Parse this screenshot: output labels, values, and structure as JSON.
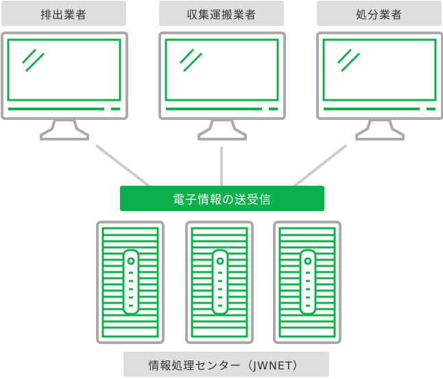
{
  "stakeholders": [
    {
      "label": "排出業者",
      "icon": "monitor-icon"
    },
    {
      "label": "収集運搬業者",
      "icon": "monitor-icon"
    },
    {
      "label": "処分業者",
      "icon": "monitor-icon"
    }
  ],
  "exchange": {
    "label": "電子情報の送受信"
  },
  "center": {
    "label": "情報処理センター（JWNET）",
    "icon": "server-icon"
  },
  "colors": {
    "accent": "#0cb14b",
    "frame": "#aaaaaa",
    "label_bg": "#dedede",
    "connector": "#cccccc"
  }
}
